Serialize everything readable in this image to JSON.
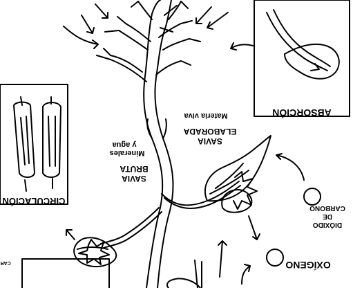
{
  "diagram": {
    "labels": {
      "absorcion": "ABSORCIÓN",
      "savia_elaborada_1": "SAVIA",
      "savia_elaborada_2": "ELABORADA",
      "materia_viva": "Materia viva",
      "savia_bruta_1": "SAVIA",
      "savia_bruta_2": "BRUTA",
      "minerales": "Minerales",
      "y_agua": "y agua",
      "circulacion": "CIRCULACIÓN",
      "dioxido_1": "DIÓXIDO",
      "dioxido_2": "DE",
      "dioxido_3": "CARBONO",
      "oxigeno": "OXÍGENO",
      "cut_text": "CAR"
    }
  }
}
